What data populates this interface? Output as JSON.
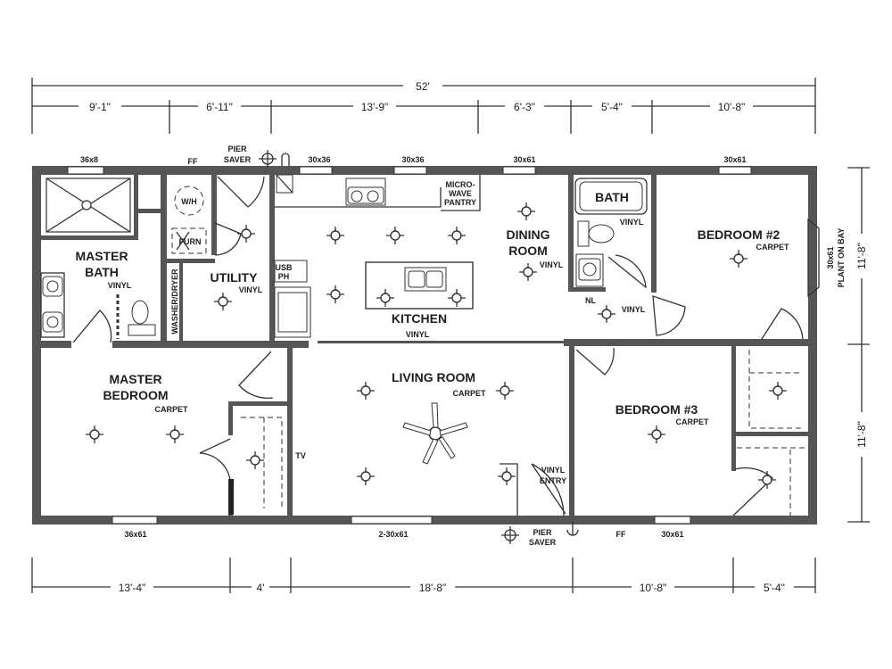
{
  "overall_dimension": "52'",
  "top_dimensions": [
    "9'-1\"",
    "6'-11\"",
    "13'-9\"",
    "6'-3\"",
    "5'-4\"",
    "10'-8\""
  ],
  "bottom_dimensions": [
    "13'-4\"",
    "4'",
    "18'-8\"",
    "10'-8\"",
    "5'-4\""
  ],
  "right_dimensions": [
    "11'-8\"",
    "11'-8\""
  ],
  "rooms": {
    "master_bath": {
      "line1": "MASTER",
      "line2": "BATH",
      "finish": "VINYL"
    },
    "utility": {
      "name": "UTILITY",
      "finish": "VINYL"
    },
    "kitchen": {
      "name": "KITCHEN",
      "finish": "VINYL"
    },
    "dining": {
      "line1": "DINING",
      "line2": "ROOM",
      "finish": "VINYL"
    },
    "bath": {
      "name": "BATH",
      "finish": "VINYL"
    },
    "bedroom2": {
      "name": "BEDROOM #2",
      "finish": "CARPET"
    },
    "master_bedroom": {
      "line1": "MASTER",
      "line2": "BEDROOM",
      "finish": "CARPET"
    },
    "living": {
      "name": "LIVING ROOM",
      "finish": "CARPET"
    },
    "bedroom3": {
      "name": "BEDROOM #3",
      "finish": "CARPET"
    }
  },
  "windows": {
    "top": [
      "36x8",
      "30x36",
      "30x36",
      "30x61",
      "30x61"
    ],
    "bottom": [
      "36x61",
      "2-30x61",
      "30x61"
    ],
    "bay_line1": "30x61",
    "bay_line2": "PLANT ON BAY"
  },
  "labels": {
    "ff_top": "FF",
    "ff_bottom": "FF",
    "pier_top_1": "PIER",
    "pier_top_2": "SAVER",
    "pier_bot_1": "PIER",
    "pier_bot_2": "SAVER",
    "wh": "W/H",
    "furn": "FURN",
    "washer_dryer": "WASHER/DRYER",
    "usb_1": "USB",
    "usb_2": "PH",
    "microwave_1": "MICRO-",
    "microwave_2": "WAVE",
    "microwave_3": "PANTRY",
    "tv": "TV",
    "vinyl_entry_1": "VINYL",
    "vinyl_entry_2": "ENTRY",
    "nl": "NL",
    "hall_vinyl": "VINYL"
  }
}
